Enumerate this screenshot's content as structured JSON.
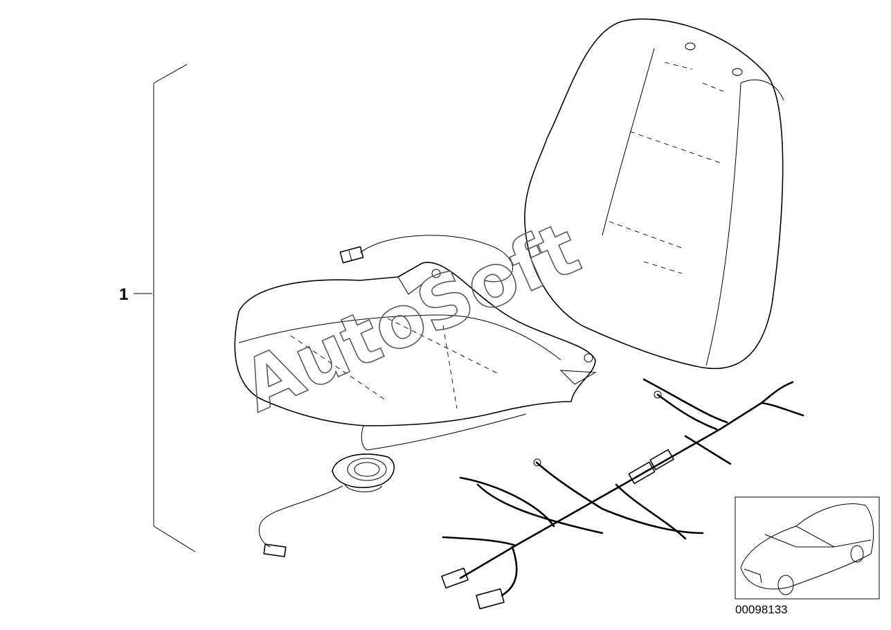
{
  "callout": {
    "label": "1"
  },
  "watermark": {
    "text": "AutoSoft"
  },
  "reference": {
    "number": "00098133"
  },
  "parts": [
    {
      "name": "seat-backrest-cover"
    },
    {
      "name": "seat-cushion-cover"
    },
    {
      "name": "seat-heating-pad-connector"
    },
    {
      "name": "ventilation-fan"
    },
    {
      "name": "wiring-harness"
    }
  ],
  "colors": {
    "line": "#000000",
    "watermark": "#5a5a5a",
    "background": "#ffffff"
  }
}
